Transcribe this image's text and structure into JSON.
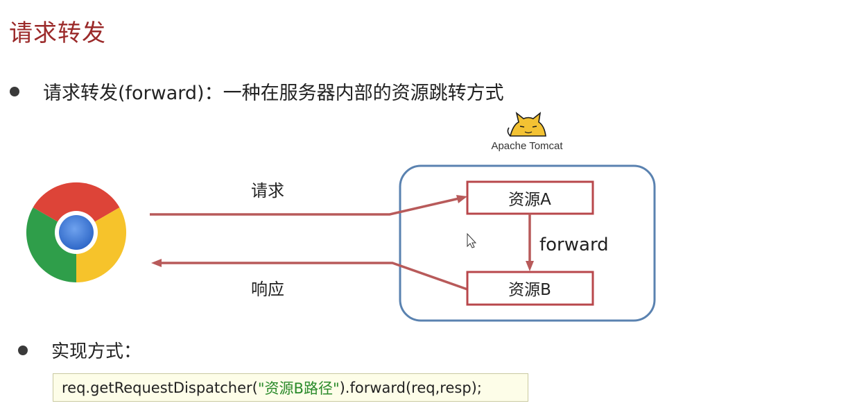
{
  "slide": {
    "title": "请求转发"
  },
  "bullets": [
    {
      "text": "请求转发(forward)：一种在服务器内部的资源跳转方式"
    },
    {
      "text": "实现方式："
    }
  ],
  "diagram": {
    "server_label": "Apache Tomcat",
    "request_label": "请求",
    "response_label": "响应",
    "resource_a": "资源A",
    "resource_b": "资源B",
    "forward_label": "forward",
    "colors": {
      "arrow": "#b85a5a",
      "resource_border": "#b8474b",
      "container_border": "#5a82b0",
      "title": "#9b2a2a"
    },
    "icons": [
      "chrome-browser-icon",
      "tomcat-logo-icon",
      "mouse-cursor-icon"
    ]
  },
  "code": {
    "prefix": "req.getRequestDispatcher(",
    "string": "\"资源B路径\"",
    "suffix": ").forward(req,resp);"
  }
}
